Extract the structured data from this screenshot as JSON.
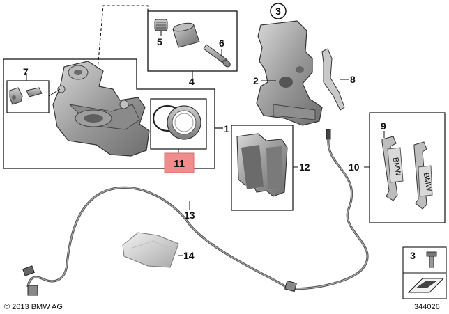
{
  "copyright": "© 2013 BMW AG",
  "diagram_id": "344026",
  "highlight_color": "#f08c8c",
  "callouts": {
    "c1": "1",
    "c2": "2",
    "c3": "3",
    "c4": "4",
    "c5": "5",
    "c6": "6",
    "c7": "7",
    "c8": "8",
    "c9": "9",
    "c10": "10",
    "c11": "11",
    "c12": "12",
    "c13": "13",
    "c14": "14"
  },
  "legend": {
    "label": "3"
  },
  "pad_brand": "BMW"
}
